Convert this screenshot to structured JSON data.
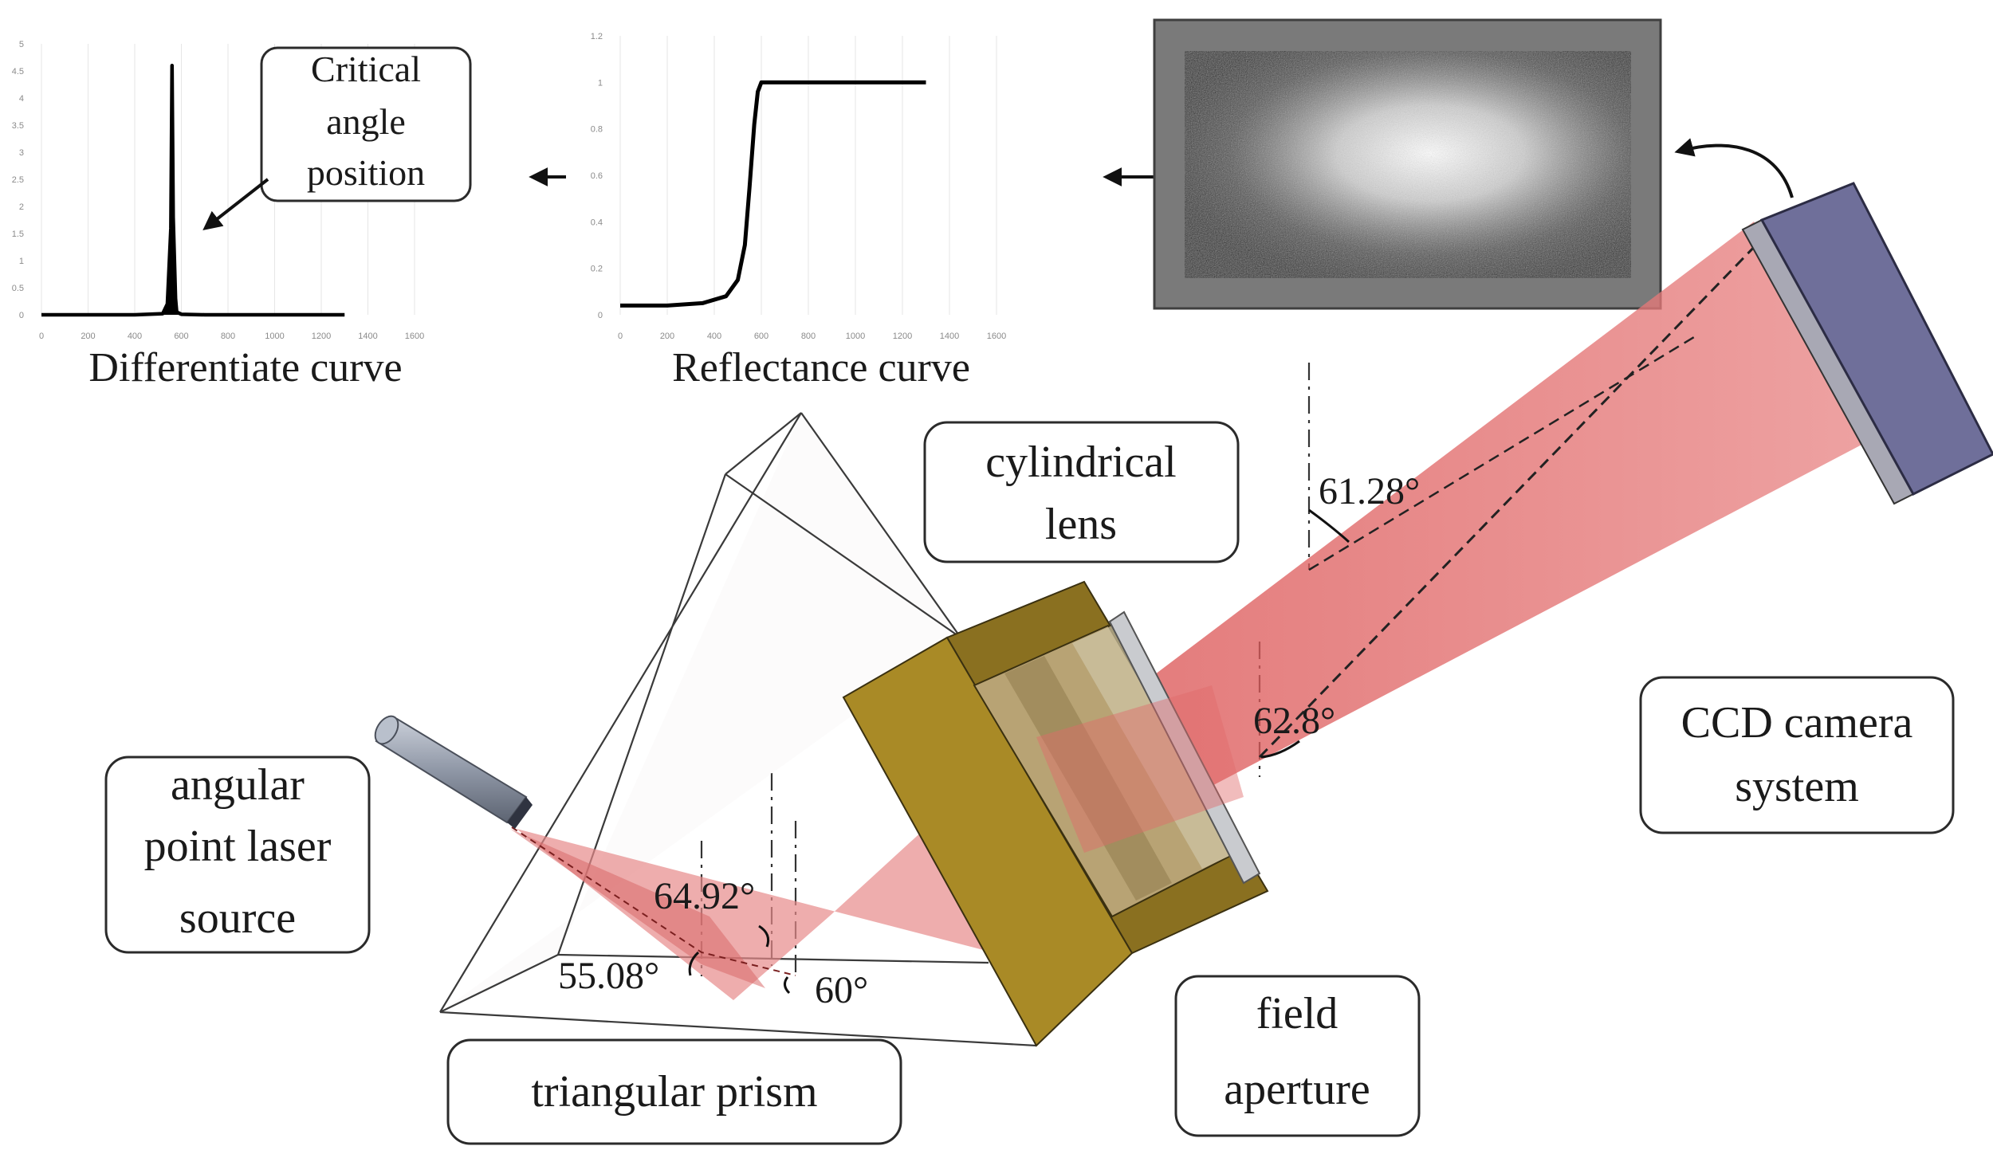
{
  "colors": {
    "beam": "#e06a6a",
    "camera_body": "#6f6f9a",
    "aperture_frame": "#a98a26",
    "screen_frame": "#7a7a7a",
    "laser_body": "#9ea6b4"
  },
  "charts": {
    "differentiate": {
      "caption": "Differentiate curve",
      "callout_lines": [
        "Critical",
        "angle",
        "position"
      ]
    },
    "reflectance": {
      "caption": "Reflectance curve"
    }
  },
  "chart_data": [
    {
      "type": "line",
      "title": "",
      "xlabel": "Differentiate curve",
      "ylabel": "",
      "xlim": [
        0,
        1600
      ],
      "ylim": [
        0,
        5
      ],
      "x_ticks": [
        "0",
        "200",
        "400",
        "600",
        "800",
        "1000",
        "1200",
        "1400",
        "1600"
      ],
      "y_ticks": [
        "0",
        "0.5",
        "1",
        "1.5",
        "2",
        "2.5",
        "3",
        "3.5",
        "4",
        "4.5",
        "5"
      ],
      "series": [
        {
          "x": [
            0,
            400,
            520,
            540,
            555,
            560,
            565,
            575,
            580,
            600,
            700,
            1300
          ],
          "y": [
            0,
            0,
            0.02,
            0.2,
            1.6,
            4.6,
            1.8,
            0.3,
            0.05,
            0.01,
            0,
            0
          ]
        }
      ],
      "annotation": "Critical angle position"
    },
    {
      "type": "line",
      "title": "",
      "xlabel": "Reflectance curve",
      "ylabel": "",
      "xlim": [
        0,
        1600
      ],
      "ylim": [
        0,
        1.2
      ],
      "x_ticks": [
        "0",
        "200",
        "400",
        "600",
        "800",
        "1000",
        "1200",
        "1400",
        "1600"
      ],
      "y_ticks": [
        "0",
        "0.2",
        "0.4",
        "0.6",
        "0.8",
        "1",
        "1.2"
      ],
      "series": [
        {
          "x": [
            0,
            200,
            350,
            450,
            500,
            530,
            550,
            570,
            585,
            600,
            1300
          ],
          "y": [
            0.04,
            0.04,
            0.05,
            0.08,
            0.15,
            0.3,
            0.55,
            0.82,
            0.96,
            1.0,
            1.0
          ]
        }
      ]
    }
  ],
  "labels": {
    "cylindrical_lens": [
      "cylindrical",
      "lens"
    ],
    "ccd_camera": [
      "CCD camera",
      "system"
    ],
    "laser_source": [
      "angular",
      "point laser",
      "source"
    ],
    "triangular_prism": "triangular prism",
    "field_aperture": [
      "field",
      "aperture"
    ]
  },
  "angles": {
    "a1": "61.28°",
    "a2": "62.8°",
    "a3": "64.92°",
    "a4": "55.08°",
    "a5": "60°"
  }
}
